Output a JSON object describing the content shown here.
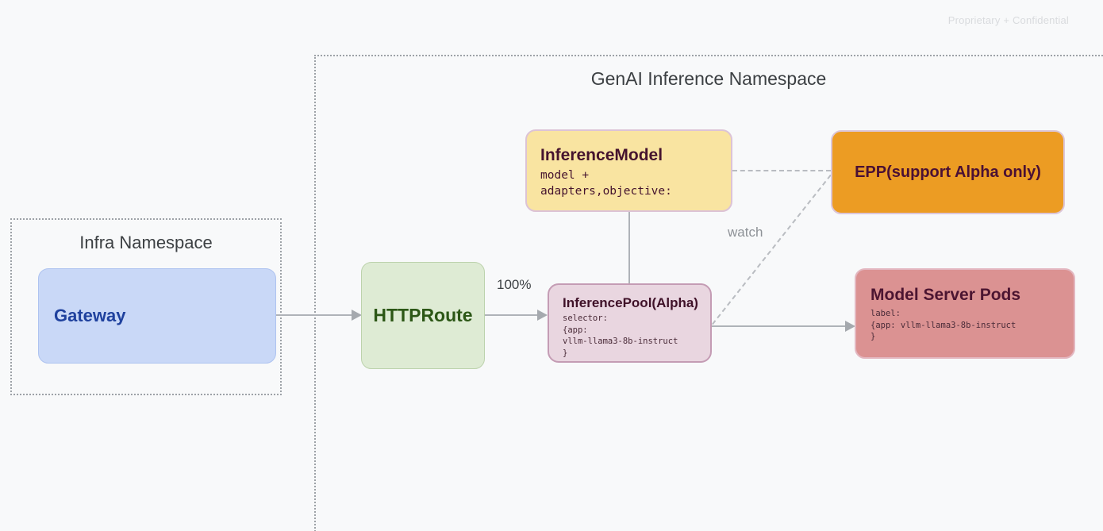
{
  "page": {
    "watermark": "Proprietary + Confidential",
    "background_color": "#F8F9FA"
  },
  "namespaces": {
    "infra": {
      "title": "Infra Namespace"
    },
    "genai": {
      "title": "GenAI Inference Namespace"
    }
  },
  "nodes": {
    "gateway": {
      "label": "Gateway",
      "fill": "#C9D8F7",
      "text_color": "#1F419E"
    },
    "httproute": {
      "label": "HTTPRoute",
      "fill": "#DEEBD4",
      "text_color": "#2C5716"
    },
    "inference_model": {
      "title": "InferenceModel",
      "body_lines": [
        "model +",
        "adapters,objective:"
      ],
      "fill": "#F9E4A1",
      "text_color": "#45132E"
    },
    "epp": {
      "label": "EPP(support Alpha only)",
      "fill": "#EC9C23",
      "text_color": "#4A1034"
    },
    "inference_pool": {
      "title": "InferencePool(Alpha)",
      "body_lines": [
        "selector:",
        "{app:",
        "vllm-llama3-8b-instruct",
        "}"
      ],
      "fill": "#E9D6E0",
      "text_color": "#3F1128"
    },
    "model_server_pods": {
      "title": "Model Server Pods",
      "body_lines": [
        "label:",
        "{app: vllm-llama3-8b-instruct",
        "}"
      ],
      "fill": "#DB9292",
      "text_color": "#4C1531"
    }
  },
  "edges": {
    "route_weight_label": "100%",
    "watch_label": "watch",
    "line_color": "#AFB3B8"
  }
}
